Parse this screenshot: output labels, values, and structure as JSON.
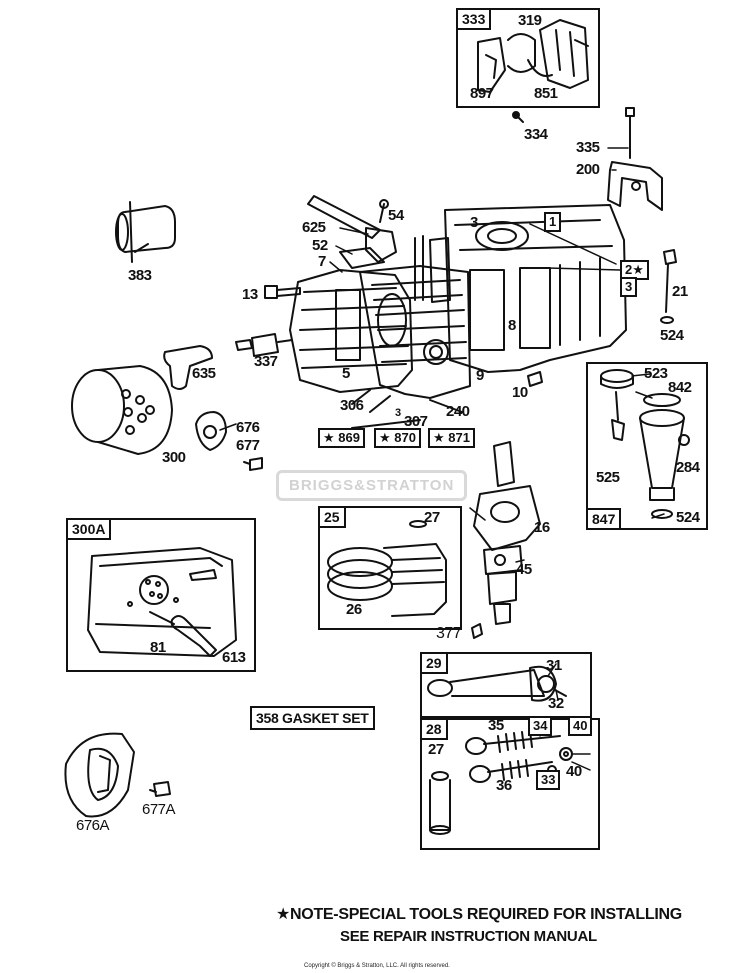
{
  "boxes": {
    "b333": "333",
    "b847": "847",
    "b300A": "300A",
    "b25": "25",
    "b29": "29",
    "b28": "28"
  },
  "labels": {
    "l319": "319",
    "l897": "897",
    "l851": "851",
    "l334": "334",
    "l335": "335",
    "l200": "200",
    "l54": "54",
    "l625": "625",
    "l52": "52",
    "l7": "7",
    "l3": "3",
    "l1": "1",
    "l2s": "2★",
    "l3b": "3",
    "l21": "21",
    "l524": "524",
    "l383": "383",
    "l13": "13",
    "l8": "8",
    "l337": "337",
    "l635": "635",
    "l5": "5",
    "l9": "9",
    "l10": "10",
    "l306": "306",
    "l307": "307",
    "l3c": "3",
    "l240": "240",
    "l676": "676",
    "l677": "677",
    "l300": "300",
    "l523": "523",
    "l842": "842",
    "l284": "284",
    "l525": "525",
    "l524b": "524",
    "l27": "27",
    "l26": "26",
    "l16": "16",
    "l45": "45",
    "l377": "377",
    "l81": "81",
    "l613": "613",
    "l31": "31",
    "l32": "32",
    "l35": "35",
    "l34": "34",
    "l40a": "40",
    "l27b": "27",
    "l36": "36",
    "l33": "33",
    "l40b": "40",
    "l676A": "676A",
    "l677A": "677A"
  },
  "star_boxes": [
    "★ 869",
    "★ 870",
    "★ 871"
  ],
  "gasket_set": "358 GASKET SET",
  "note_line1": "★NOTE-SPECIAL TOOLS REQUIRED  FOR INSTALLING",
  "note_line2": "SEE REPAIR INSTRUCTION MANUAL",
  "watermark": "BRIGGS&STRATTON",
  "copyright": "Copyright © Briggs & Stratton, LLC. All rights reserved."
}
